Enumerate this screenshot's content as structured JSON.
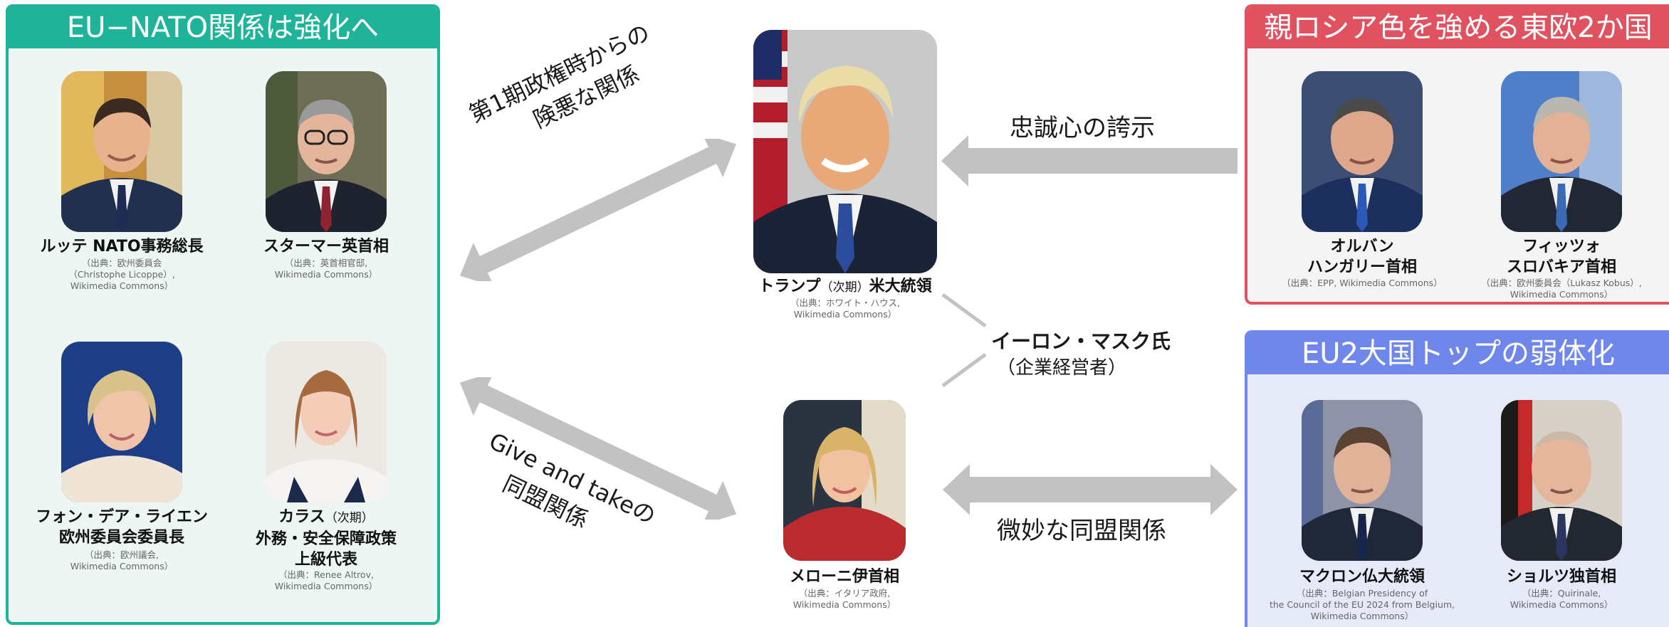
{
  "colors": {
    "eu_nato_header": "#1fb39a",
    "eu_nato_border": "#1fb39a",
    "eu_nato_bg": "#eef6f4",
    "pro_russia_header": "#e0525f",
    "pro_russia_border": "#e0525f",
    "pro_russia_bg": "#f4f4f4",
    "eu2_header": "#6f86ea",
    "eu2_border": "#6f86ea",
    "eu2_bg": "#e6eaf8",
    "arrow": "#c2c2c2"
  },
  "panels": {
    "eu_nato": {
      "title": "EU−NATO関係は強化へ",
      "people": [
        {
          "name": "ルッテ NATO事務総長",
          "credit": [
            "（出典：欧州委員会",
            "（Christophe Licoppe）,",
            "Wikimedia Commons）"
          ]
        },
        {
          "name": "スターマー英首相",
          "credit": [
            "（出典：英首相官邸,",
            "Wikimedia Commons）"
          ]
        },
        {
          "name_lines": [
            "フォン・デア・ライエン",
            "欧州委員会委員長"
          ],
          "credit": [
            "（出典：欧州議会,",
            "Wikimedia Commons）"
          ]
        },
        {
          "name_lines": [
            "カラス",
            "（次期）",
            "外務・安全保障政策",
            "上級代表"
          ],
          "credit": [
            "（出典：Renee Altrov,",
            "Wikimedia Commons）"
          ]
        }
      ]
    },
    "pro_russia": {
      "title": "親ロシア色を強める東欧2か国",
      "people": [
        {
          "name_lines": [
            "オルバン",
            "ハンガリー首相"
          ],
          "credit": [
            "（出典：EPP, Wikimedia Commons）"
          ]
        },
        {
          "name_lines": [
            "フィッツォ",
            "スロバキア首相"
          ],
          "credit": [
            "（出典：欧州委員会（Lukasz Kobus）,",
            "Wikimedia Commons）"
          ]
        }
      ]
    },
    "eu2": {
      "title": "EU2大国トップの弱体化",
      "people": [
        {
          "name": "マクロン仏大統領",
          "credit": [
            "（出典：Belgian Presidency of",
            "the Council of the EU 2024 from Belgium,",
            "Wikimedia Commons）"
          ]
        },
        {
          "name": "ショルツ独首相",
          "credit": [
            "（出典：Quirinale,",
            "Wikimedia Commons）"
          ]
        }
      ]
    }
  },
  "center": {
    "trump": {
      "name_main": "トランプ",
      "name_sub": "（次期）",
      "name_tail": "米大統領",
      "credit": [
        "（出典：ホワイト・ハウス,",
        "Wikimedia Commons）"
      ]
    },
    "meloni": {
      "name": "メローニ伊首相",
      "credit": [
        "（出典：イタリア政府,",
        "Wikimedia Commons）"
      ]
    },
    "musk": {
      "name": "イーロン・マスク氏",
      "role": "（企業経営者）"
    }
  },
  "relations": {
    "trump_eu": [
      "第1期政権時からの",
      "険悪な関係"
    ],
    "meloni_eu": [
      "Give and takeの",
      "同盟関係"
    ],
    "pro_russia_trump": "忠誠心の誇示",
    "meloni_eu2": "微妙な同盟関係"
  }
}
